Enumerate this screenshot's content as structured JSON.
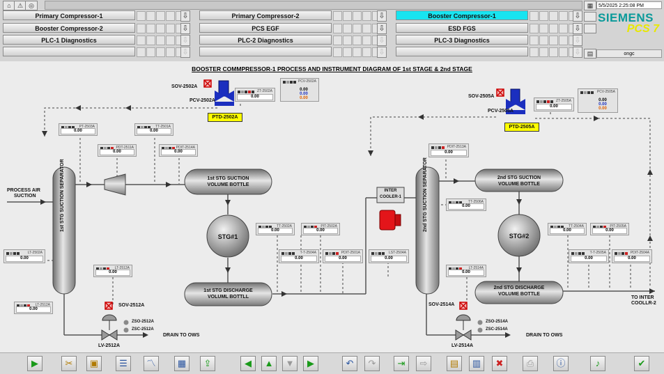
{
  "header": {
    "datetime": "5/5/2025 2:25:08 PM",
    "brand": "SIEMENS",
    "product": "PCS 7",
    "user": "ongc",
    "area_buttons": [
      {
        "label": "Primary Compressor-1",
        "active": false,
        "disabled": false
      },
      {
        "label": "Primary Compressor-2",
        "active": false,
        "disabled": false
      },
      {
        "label": "Booster Compressor-1",
        "active": true,
        "disabled": false
      },
      {
        "label": "Booster Compressor-2",
        "active": false,
        "disabled": false
      },
      {
        "label": "PCS EGF",
        "active": false,
        "disabled": false
      },
      {
        "label": "ESD FGS",
        "active": false,
        "disabled": false
      },
      {
        "label": "PLC-1 Diagnostics",
        "active": false,
        "disabled": false
      },
      {
        "label": "PLC-2 Diagnostics",
        "active": false,
        "disabled": false
      },
      {
        "label": "PLC-3 Diagnostics",
        "active": false,
        "disabled": false
      }
    ]
  },
  "diagram": {
    "title": "BOOSTER COMMPRESSOR-1 PROCESS AND INSTRUMENT DIAGRAM OF 1st STAGE & 2nd STAGE",
    "equipment": {
      "sep1": "1st STG SUCTION SEPARATOR",
      "sep2": "2nd STG SUCTION SEPARATOR",
      "vb1_top": "1st STG SUCTION",
      "vb1_bot": "VOLUME BOTTLE",
      "vb2_top": "2nd STG SUCTION",
      "vb2_bot": "VOLUME BOTTLE",
      "stg1": "STG#1",
      "stg2": "STG#2",
      "db1_top": "1st STG DISCHARGE",
      "db1_bot": "VOLUML BOTTLL",
      "db2_top": "2nd STG DISCHARGE",
      "db2_bot": "VOLUME BOTTLE",
      "cooler_top": "INTER",
      "cooler_bot": "COOLER-1"
    },
    "labels": {
      "process_air_1": "PROCESS AIR",
      "process_air_2": "SUCTION",
      "to_inter_1": "TO INTER",
      "to_inter_2": "COOLLR-2",
      "drain1": "DRAIN TO OWS",
      "drain2": "DRAIN TO OWS",
      "sov2502": "SOV-2502A",
      "pcv2502": "PCV-2502A",
      "ptd2502": "PTD-2502A",
      "sov2505": "SOV-2505A",
      "pcv2505": "PCV-2505A",
      "ptd2505": "PTD-2505A",
      "sov2512": "SOV-2512A",
      "lv2512": "LV-2512A",
      "zso2512": "ZSO-2512A",
      "zsc2512": "ZSC-2512A",
      "sov2514": "SOV-2514A",
      "lv2514": "LV-2514A",
      "zso2514": "ZSO-2514A",
      "zsc2514": "ZSC-2514A"
    },
    "faceplates": [
      {
        "tag": "ZT-2502A",
        "value": "0.00"
      },
      {
        "tag": "PCV-2502A",
        "v1": "0.00",
        "v2": "0.00",
        "v3": "0.00"
      },
      {
        "tag": "PT-2503A",
        "value": "0.00"
      },
      {
        "tag": "TT-2501A",
        "value": "0.00"
      },
      {
        "tag": "PDT-2511A",
        "value": "0.00"
      },
      {
        "tag": "PDIT-2514A",
        "value": "0.00"
      },
      {
        "tag": "LT-2502A",
        "value": "0.00"
      },
      {
        "tag": "LT-2512A",
        "value": "0.00"
      },
      {
        "tag": "LT-2512A",
        "value": "0.00"
      },
      {
        "tag": "TT-2502A",
        "value": "0.00"
      },
      {
        "tag": "PIT-2502A",
        "value": "0.00"
      },
      {
        "tag": "T-T-2504A",
        "value": "0.00"
      },
      {
        "tag": "PDIT-2501A",
        "value": "0.00"
      },
      {
        "tag": "LST-2504A",
        "value": "0.00"
      },
      {
        "tag": "ZT-2505A",
        "value": "0.00"
      },
      {
        "tag": "PCV-2505A",
        "v1": "0.00",
        "v2": "0.00",
        "v3": "0.00"
      },
      {
        "tag": "PDIT-2513A",
        "value": "0.00"
      },
      {
        "tag": "TT-2506A",
        "value": "0.00"
      },
      {
        "tag": "LT-2514A",
        "value": "0.00"
      },
      {
        "tag": "TT-2504A",
        "value": "0.00"
      },
      {
        "tag": "PIT-2505A",
        "value": "0.00"
      },
      {
        "tag": "T-T-2505A",
        "value": "0.00"
      },
      {
        "tag": "PDIT-2504A",
        "value": "0.00"
      }
    ]
  },
  "toolbar": {
    "icons": [
      "play-icon",
      "cut-icon",
      "panel-icon",
      "list-icon",
      "trend-icon",
      "report-icon",
      "export-icon",
      "arrow-left-icon",
      "arrow-up-icon",
      "arrow-down-icon",
      "arrow-right-icon",
      "undo-icon",
      "redo-icon",
      "import-icon",
      "forward-icon",
      "folder-icon",
      "save-icon",
      "delete-icon",
      "print-icon",
      "info-icon",
      "sound-icon",
      "check-icon"
    ]
  }
}
